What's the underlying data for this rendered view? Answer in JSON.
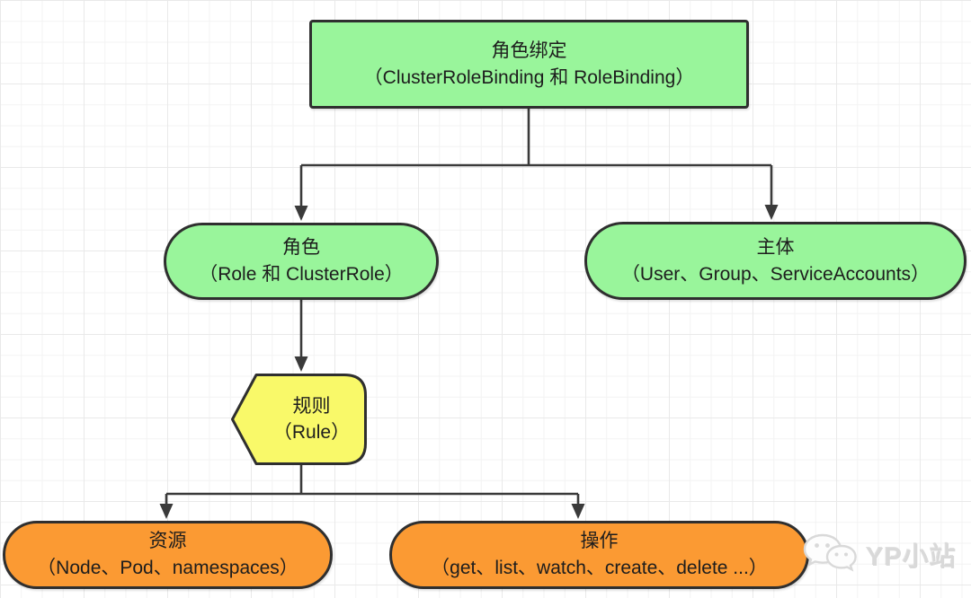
{
  "diagram": {
    "nodes": {
      "role_binding": {
        "line1": "角色绑定",
        "line2": "（ClusterRoleBinding 和 RoleBinding）"
      },
      "role": {
        "line1": "角色",
        "line2": "（Role 和 ClusterRole）"
      },
      "subject": {
        "line1": "主体",
        "line2": "（User、Group、ServiceAccounts）"
      },
      "rule": {
        "line1": "规则",
        "line2": "（Rule）"
      },
      "resource": {
        "line1": "资源",
        "line2": "（Node、Pod、namespaces）"
      },
      "action": {
        "line1": "操作",
        "line2": "（get、list、watch、create、delete ...）"
      }
    }
  },
  "watermark": {
    "label": "YP小站",
    "icon": "wechat-icon"
  },
  "colors": {
    "green": "#99F59B",
    "yellow": "#F9F969",
    "orange": "#FB9A33",
    "border": "#2F2F2F",
    "connector": "#3A3A3A",
    "watermark": "#D9D9D9",
    "grid-minor": "#F3F3F3",
    "grid-major": "#E9E9E9"
  }
}
